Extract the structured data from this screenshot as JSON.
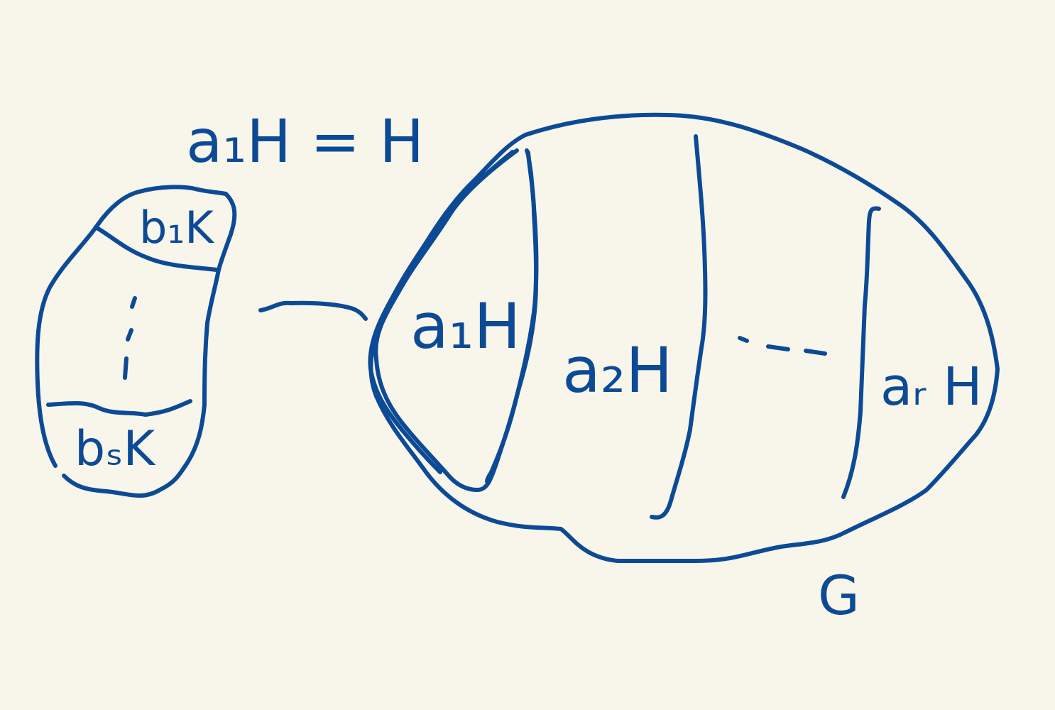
{
  "colors": {
    "background": "#f8f6ea",
    "ink": "#0d4a96"
  },
  "labels": {
    "top_equation": "a₁H = H",
    "b1K": "b₁K",
    "bsK": "bₛK",
    "a1H": "a₁H",
    "a2H": "a₂H",
    "ellipsis": "- - -",
    "arH": "aᵣ H",
    "G": "G"
  }
}
